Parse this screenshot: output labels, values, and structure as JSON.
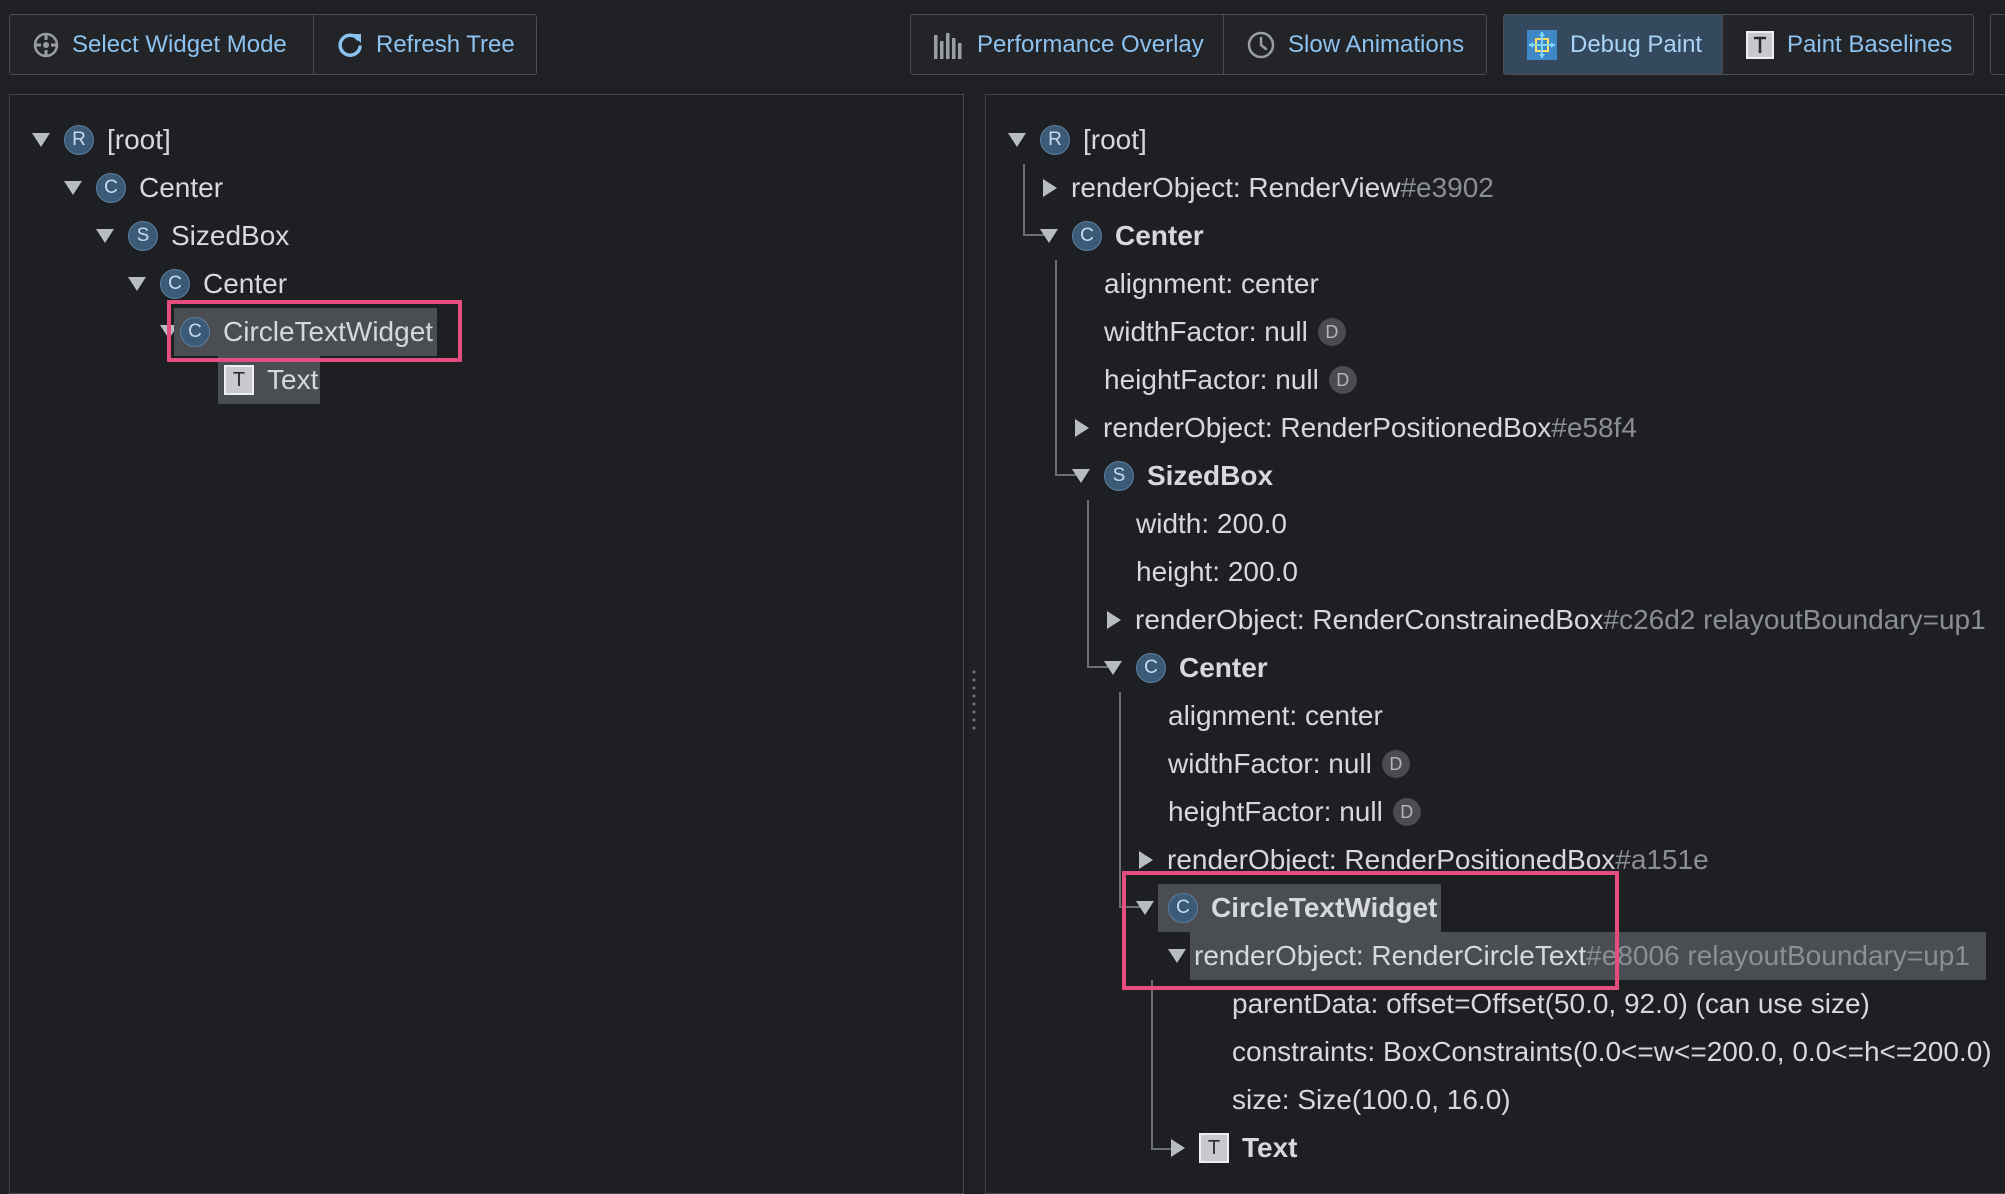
{
  "toolbar_left": {
    "select_widget_mode": "Select Widget Mode",
    "refresh_tree": "Refresh Tree"
  },
  "toolbar_right": {
    "performance_overlay": "Performance Overlay",
    "slow_animations": "Slow Animations",
    "debug_paint": "Debug Paint",
    "paint_baselines": "Paint Baselines"
  },
  "colors": {
    "accent_text": "#8cc2f0",
    "highlight_border": "#e44d7d",
    "selected_row": "#4a4d52",
    "background": "#1f2023"
  },
  "widget_tree": [
    {
      "label": "[root]",
      "badge": "R"
    },
    {
      "label": "Center",
      "badge": "C"
    },
    {
      "label": "SizedBox",
      "badge": "S"
    },
    {
      "label": "Center",
      "badge": "C"
    },
    {
      "label": "CircleTextWidget",
      "badge": "C",
      "selected": true
    },
    {
      "label": "Text",
      "badge": "T",
      "selected": true
    }
  ],
  "details_tree": {
    "root": "[root]",
    "root_badge": "R",
    "render_view": {
      "label": "renderObject: RenderView",
      "id": "#e3902"
    },
    "center1": {
      "label": "Center",
      "badge": "C",
      "alignment": "alignment: center",
      "widthFactor": "widthFactor: null",
      "heightFactor": "heightFactor: null",
      "default_badge": "D",
      "render": {
        "label": "renderObject: RenderPositionedBox",
        "id": "#e58f4"
      }
    },
    "sizedbox": {
      "label": "SizedBox",
      "badge": "S",
      "width": "width: 200.0",
      "height": "height: 200.0",
      "render": {
        "label": "renderObject: RenderConstrainedBox",
        "id": "#c26d2 relayoutBoundary=up1"
      }
    },
    "center2": {
      "label": "Center",
      "badge": "C",
      "alignment": "alignment: center",
      "widthFactor": "widthFactor: null",
      "heightFactor": "heightFactor: null",
      "render": {
        "label": "renderObject: RenderPositionedBox",
        "id": "#a151e"
      }
    },
    "circle": {
      "label": "CircleTextWidget",
      "badge": "C",
      "render": {
        "label": "renderObject: RenderCircleText",
        "id": "#e8006 relayoutBoundary=up1"
      },
      "parentData": "parentData: offset=Offset(50.0, 92.0) (can use size)",
      "constraints": "constraints: BoxConstraints(0.0<=w<=200.0, 0.0<=h<=200.0)",
      "size": "size: Size(100.0, 16.0)"
    },
    "text": {
      "label": "Text",
      "badge": "T"
    }
  }
}
